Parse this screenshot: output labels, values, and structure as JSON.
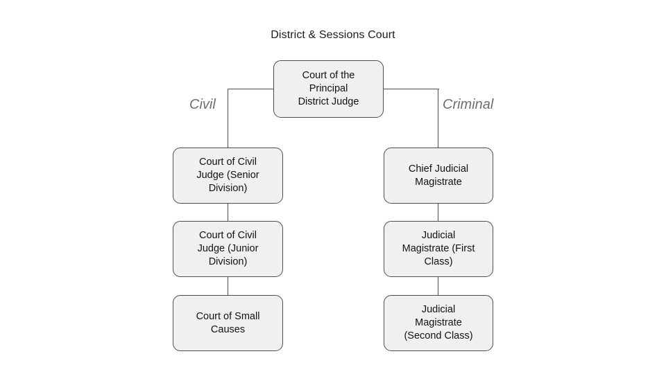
{
  "diagram": {
    "title": "District & Sessions Court",
    "root": {
      "label": "Court of the\nPrincipal\nDistrict Judge"
    },
    "branches": [
      {
        "name": "civil",
        "label": "Civil",
        "nodes": [
          {
            "label": "Court of Civil\nJudge (Senior\nDivision)"
          },
          {
            "label": "Court of Civil\nJudge (Junior\nDivision)"
          },
          {
            "label": "Court of Small\nCauses"
          }
        ]
      },
      {
        "name": "criminal",
        "label": "Criminal",
        "nodes": [
          {
            "label": "Chief Judicial\nMagistrate"
          },
          {
            "label": "Judicial\nMagistrate (First\nClass)"
          },
          {
            "label": "Judicial\nMagistrate\n(Second Class)"
          }
        ]
      }
    ],
    "colors": {
      "node_fill": "#f0f0f0",
      "node_border": "#4d4d4d",
      "text": "#111111",
      "branch_label": "#6e6e6e",
      "background": "#ffffff"
    }
  }
}
